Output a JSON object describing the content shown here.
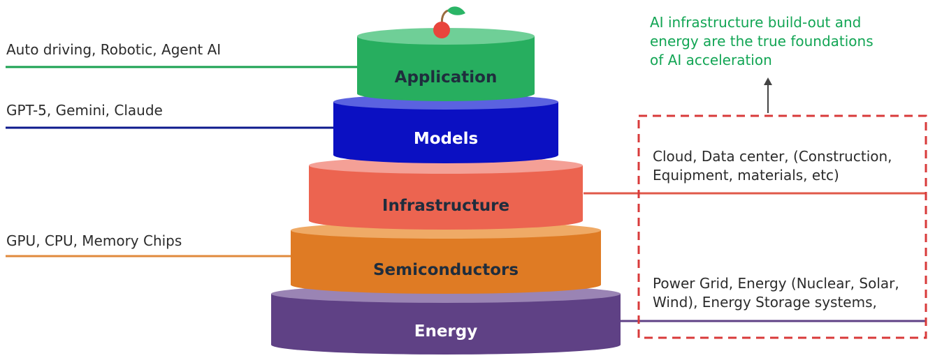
{
  "tiers": [
    {
      "label": "Application",
      "annotation": "Auto driving, Robotic, Agent AI",
      "side_color": "#27ae5f",
      "top_color": "#6fcf97",
      "text_color": "#1f2d3d",
      "line_color": "#1aa150"
    },
    {
      "label": "Models",
      "annotation": "GPT-5, Gemini, Claude",
      "side_color": "#0b10c2",
      "top_color": "#5b62e0",
      "text_color": "#ffffff",
      "line_color": "#0d1a8c"
    },
    {
      "label": "Infrastructure",
      "annotation_lines": [
        "Cloud, Data center, (Construction,",
        "Equipment, materials, etc)"
      ],
      "side_color": "#ec6450",
      "top_color": "#f4a096",
      "text_color": "#1f2d3d",
      "line_color": "#e0584a"
    },
    {
      "label": "Semiconductors",
      "annotation": "GPU, CPU, Memory Chips",
      "side_color": "#df7b24",
      "top_color": "#efaa66",
      "text_color": "#1f2d3d",
      "line_color": "#e08a3c"
    },
    {
      "label": "Energy",
      "annotation_lines": [
        "Power Grid, Energy (Nuclear, Solar,",
        "Wind), Energy Storage systems,"
      ],
      "side_color": "#5f4185",
      "top_color": "#9a84b4",
      "text_color": "#ffffff",
      "line_color": "#5f4185"
    }
  ],
  "note": {
    "lines": [
      "AI infrastructure build-out and",
      "energy are the true foundations",
      "of AI acceleration"
    ],
    "color": "#12a554"
  },
  "dashed_box_color": "#d83a3a",
  "cherry": {
    "fruit_color": "#e8453c",
    "leaf_color": "#2bb566",
    "stem_color": "#9a6b3e"
  }
}
